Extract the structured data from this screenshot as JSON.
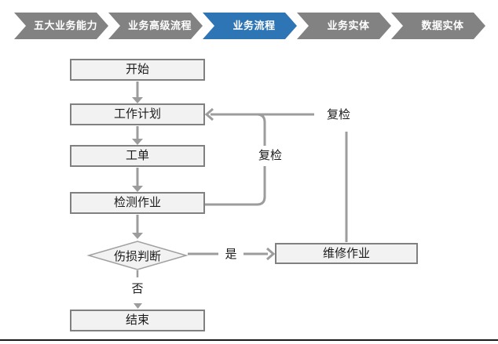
{
  "breadcrumb": {
    "items": [
      {
        "label": "五大业务能力",
        "active": false
      },
      {
        "label": "业务高级流程",
        "active": false
      },
      {
        "label": "业务流程",
        "active": true
      },
      {
        "label": "业务实体",
        "active": false
      },
      {
        "label": "数据实体",
        "active": false
      }
    ],
    "colors": {
      "inactive_bg": "#828282",
      "active_bg": "#2e75b6",
      "text": "#ffffff"
    }
  },
  "flowchart": {
    "nodes": {
      "start": "开始",
      "plan": "工作计划",
      "order": "工单",
      "inspect": "检测作业",
      "decision": "伤损判断",
      "repair": "维修作业",
      "end": "结束"
    },
    "edge_labels": {
      "recheck_top": "复检",
      "recheck_loop": "复检",
      "yes": "是",
      "no": "否"
    },
    "colors": {
      "box_fill": "#f2f2f2",
      "box_border": "#808080",
      "connector": "#9c9c9c",
      "text": "#1a1a1a"
    }
  }
}
